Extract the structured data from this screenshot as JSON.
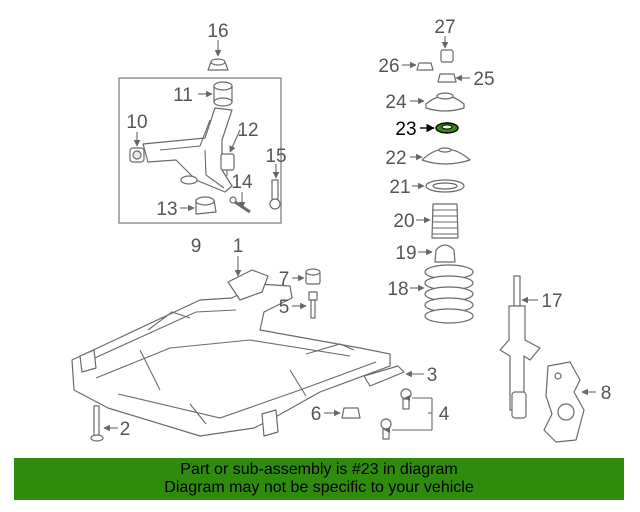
{
  "diagram": {
    "highlight_color": "#2e8b0e",
    "labels": {
      "p1": "1",
      "p2": "2",
      "p3": "3",
      "p4": "4",
      "p5": "5",
      "p6": "6",
      "p7": "7",
      "p8": "8",
      "p9": "9",
      "p10": "10",
      "p11": "11",
      "p12": "12",
      "p13": "13",
      "p14": "14",
      "p15": "15",
      "p16": "16",
      "p17": "17",
      "p18": "18",
      "p19": "19",
      "p20": "20",
      "p21": "21",
      "p22": "22",
      "p23": "23",
      "p24": "24",
      "p25": "25",
      "p26": "26",
      "p27": "27"
    }
  },
  "banner": {
    "line1": "Part or sub-assembly is #23 in diagram",
    "line2": "Diagram may not be specific to your vehicle",
    "background": "#2e8b0e"
  }
}
